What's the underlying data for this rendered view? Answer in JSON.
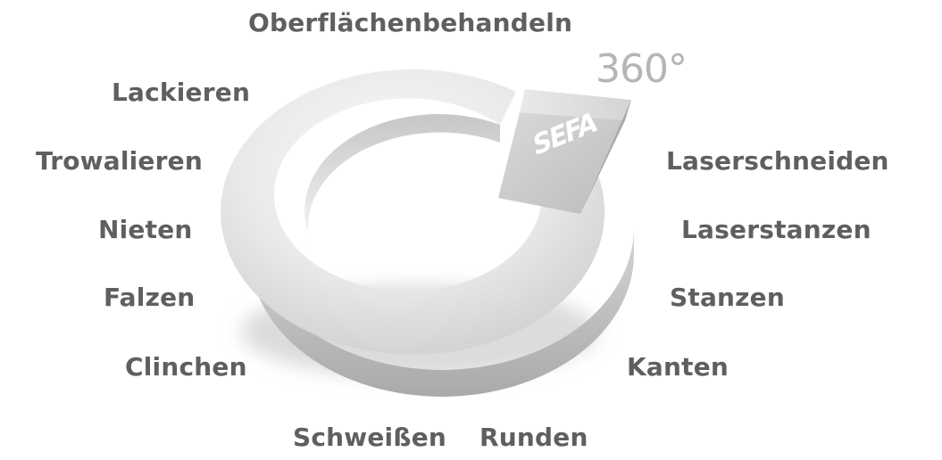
{
  "diagram": {
    "degree_label": "360°",
    "logo_text": "SEFA",
    "processes_top": [
      "Oberflächenbehandeln"
    ],
    "processes_left": [
      "Lackieren",
      "Trowalieren",
      "Nieten",
      "Falzen",
      "Clinchen"
    ],
    "processes_right": [
      "Laserschneiden",
      "Laserstanzen",
      "Stanzen",
      "Kanten"
    ],
    "processes_bottom": [
      "Schweißen",
      "Runden"
    ],
    "colors": {
      "label_text": "#5f5f5f",
      "ring_light": "#ececec",
      "ring_shadow": "#b9b9b9",
      "degree_text": "#b5b5b5"
    }
  }
}
